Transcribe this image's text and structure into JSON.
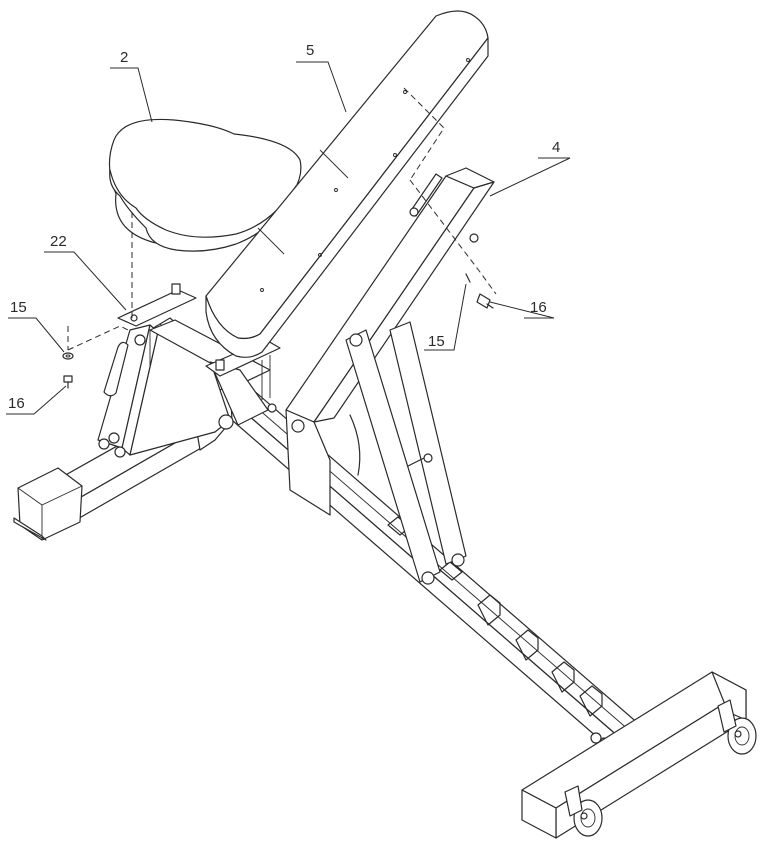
{
  "callouts": {
    "part_2": "2",
    "part_5": "5",
    "part_4": "4",
    "part_22": "22",
    "part_15_left": "15",
    "part_16_left": "16",
    "part_15_right": "15",
    "part_16_right": "16"
  },
  "colors": {
    "line": "#2b2b2b",
    "background": "#ffffff"
  }
}
